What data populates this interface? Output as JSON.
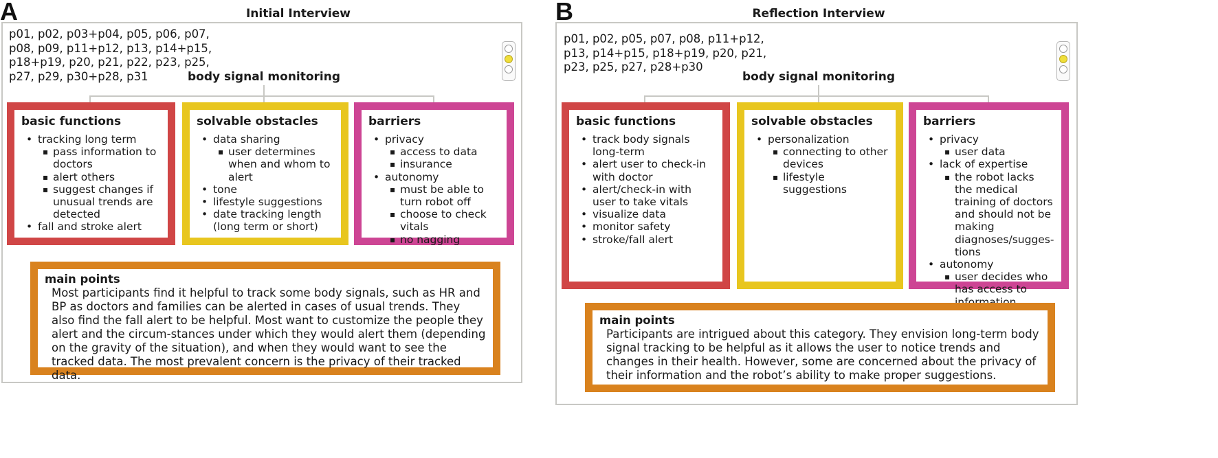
{
  "panels": [
    {
      "letter": "A",
      "title": "Initial Interview",
      "participants": "p01, p02, p03+p04, p05, p06, p07,\np08, p09, p11+p12, p13, p14+p15,\np18+p19, p20, p21, p22, p23, p25,\np27, p29, p30+p28, p31",
      "topic": "body signal monitoring",
      "traffic_light": {
        "active": "yellow"
      },
      "columns": [
        {
          "title": "basic functions",
          "color": "#d04646",
          "items": [
            {
              "text": "tracking long term",
              "sub": [
                "pass information to doctors",
                "alert others",
                "suggest changes if unusual trends are detected"
              ]
            },
            {
              "text": "fall and stroke alert",
              "sub": []
            }
          ]
        },
        {
          "title": "solvable obstacles",
          "color": "#e8c61f",
          "items": [
            {
              "text": "data sharing",
              "sub": [
                "user determines when and whom to alert"
              ]
            },
            {
              "text": "tone",
              "sub": []
            },
            {
              "text": "lifestyle suggestions",
              "sub": []
            },
            {
              "text": "date tracking length (long term or short)",
              "sub": []
            }
          ]
        },
        {
          "title": "barriers",
          "color": "#cd4594",
          "items": [
            {
              "text": "privacy",
              "sub": [
                "access to data",
                "insurance"
              ]
            },
            {
              "text": "autonomy",
              "sub": [
                "must be able to turn robot off",
                "choose to check vitals",
                "no nagging"
              ]
            }
          ]
        }
      ],
      "main_points": {
        "title": "main points",
        "text": "Most participants find it helpful to track some body signals, such as HR and BP as doctors and families can be alerted in cases of usual trends. They also find the fall alert to be helpful. Most want to customize the people they alert and the circum-stances under which they would alert them (depending on the gravity of the situation), and when they would want to see the tracked data. The most prevalent concern is the privacy of their tracked data."
      }
    },
    {
      "letter": "B",
      "title": "Reflection Interview",
      "participants": "p01, p02, p05, p07, p08, p11+p12,\np13, p14+p15, p18+p19, p20, p21,\np23, p25, p27, p28+p30",
      "topic": "body signal monitoring",
      "traffic_light": {
        "active": "yellow"
      },
      "columns": [
        {
          "title": "basic functions",
          "color": "#d04646",
          "items": [
            {
              "text": "track body signals long-term",
              "sub": []
            },
            {
              "text": "alert user to check-in with doctor",
              "sub": []
            },
            {
              "text": "alert/check-in with user to take vitals",
              "sub": []
            },
            {
              "text": "visualize data",
              "sub": []
            },
            {
              "text": "monitor safety",
              "sub": []
            },
            {
              "text": "stroke/fall alert",
              "sub": []
            }
          ]
        },
        {
          "title": "solvable obstacles",
          "color": "#e8c61f",
          "items": [
            {
              "text": "personalization",
              "sub": [
                "connecting to other devices",
                "lifestyle suggestions"
              ]
            }
          ]
        },
        {
          "title": "barriers",
          "color": "#cd4594",
          "items": [
            {
              "text": "privacy",
              "sub": [
                "user data"
              ]
            },
            {
              "text": "lack of expertise",
              "sub": [
                "the robot lacks the medical training of doctors and should not be making diagnoses/sugges-tions"
              ]
            },
            {
              "text": "autonomy",
              "sub": [
                "user decides who has access to information"
              ]
            }
          ]
        }
      ],
      "main_points": {
        "title": "main points",
        "text": "Participants are intrigued about this category. They envision long-term body signal tracking to be helpful as it allows the user to notice trends and changes in their health. However, some are concerned about the privacy of their information and the robot’s ability to make proper suggestions."
      }
    }
  ]
}
